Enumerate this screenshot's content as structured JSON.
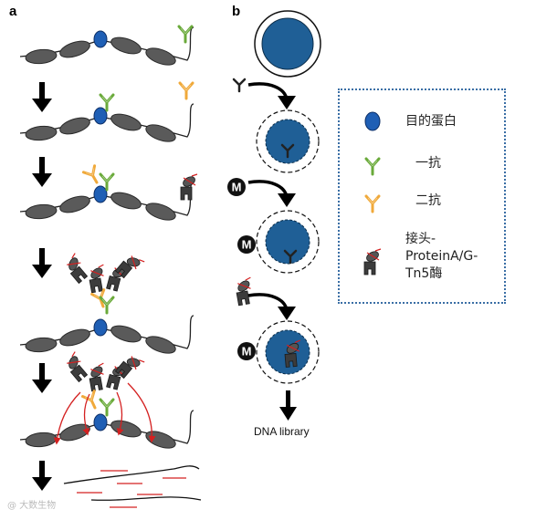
{
  "panels": {
    "a": "a",
    "b": "b"
  },
  "legend": {
    "target": "目的蛋白",
    "primary": "一抗",
    "secondary": "二抗",
    "adapter_line1": "接头-",
    "adapter_line2": "ProteinA/G-",
    "adapter_line3": "Tn5酶"
  },
  "marker_letter": "M",
  "output_label": "DNA library",
  "watermark": "@ 大数生物",
  "colors": {
    "protein": "#1f5fb5",
    "nucleosome": "#5a5a5a",
    "primary_ab": "#6aaa3a",
    "secondary_ab": "#f0a93a",
    "cut": "#d42020",
    "cell": "#1f5f96",
    "legend_border": "#3a6ea5"
  }
}
